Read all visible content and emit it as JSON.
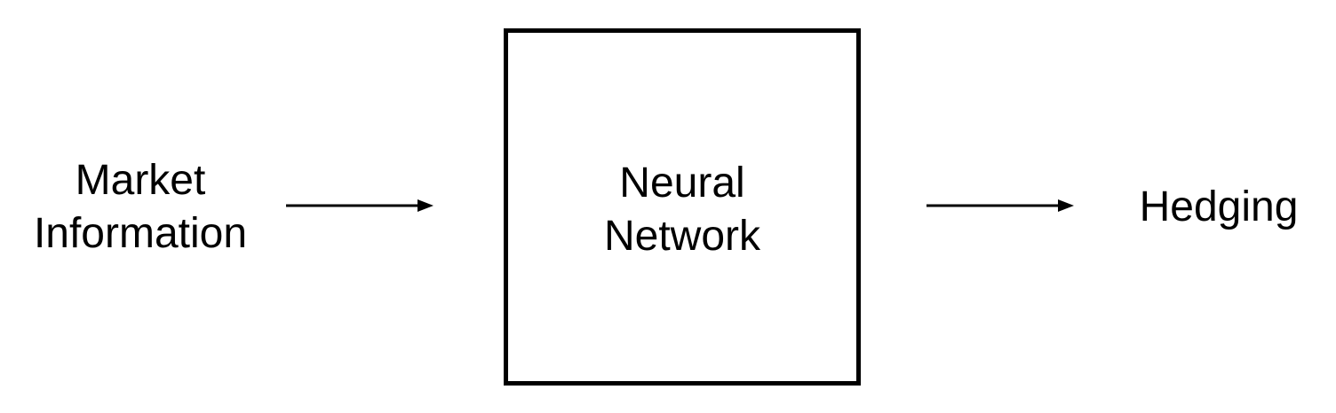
{
  "diagram": {
    "input": {
      "line1": "Market",
      "line2": "Information"
    },
    "model": {
      "line1": "Neural",
      "line2": "Network"
    },
    "output": {
      "label": "Hedging"
    }
  }
}
